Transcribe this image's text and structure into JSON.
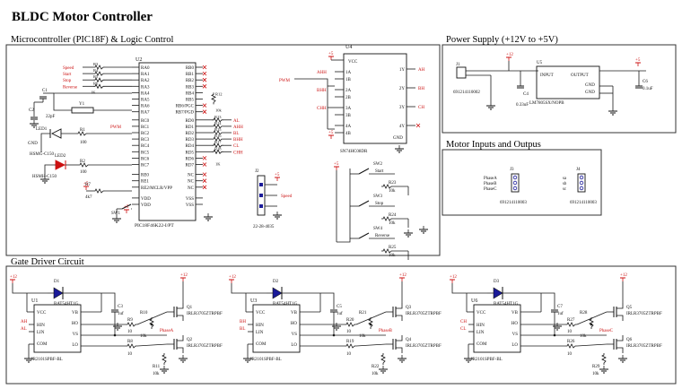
{
  "title": "BLDC Motor Controller",
  "sections": {
    "mcu": "Microcontroller (PIC18F) & Logic Control",
    "power": "Power Supply (+12V to +5V)",
    "inputs": "Motor Inputs and Outpus",
    "gate": "Gate Driver Circuit"
  },
  "colors": {
    "wire": "#1a1a1a",
    "frame": "#333333",
    "red": "#cc1111",
    "blue": "#1a1a99",
    "part": "#111111"
  },
  "mcu": {
    "u2_ref": "U2",
    "u2_part": "PIC18F46K22-I/PT",
    "left_pins": [
      "RA0",
      "RA1",
      "RA2",
      "RA3",
      "RA4",
      "RA5",
      "RA6",
      "RA7",
      "RC0",
      "RC1",
      "RC2",
      "RC3",
      "RC4",
      "RC5",
      "RC6",
      "RC7",
      "RE0",
      "RE1",
      "RE2/MCLR/VPP",
      "VDD",
      "VDD"
    ],
    "right_pins": [
      "RB0",
      "RB1",
      "RB2",
      "RB3",
      "RB4",
      "RB5",
      "RB6/PGC",
      "RB7/PGD",
      "RD0",
      "RD1",
      "RD2",
      "RD3",
      "RD4",
      "RD5",
      "RD6",
      "RD7",
      "NC",
      "NC",
      "NC",
      "VSS",
      "VSS"
    ],
    "inputs": [
      "Speed",
      "Start",
      "Stop",
      "Reverse"
    ],
    "in_res": [
      "R3",
      "R4",
      "R5",
      "R6"
    ],
    "in_val": "1K",
    "pwm": "PWM",
    "outs": [
      "AL",
      "AHH",
      "BL",
      "BHH",
      "CL",
      "CHH"
    ],
    "out_res": [
      "R13",
      "R14",
      "R15",
      "R16",
      "R17",
      "R18"
    ],
    "out_val": "1K",
    "r12": "R12",
    "r12v": "10k",
    "c1": "C1",
    "c2": "C2",
    "c1v": "22pF",
    "y1": "Y1",
    "d1": "LED1",
    "d1p": "HSMG-C150",
    "d2": "LED2",
    "d2p": "HSMH-C150",
    "r1": "R1",
    "r1v": "100",
    "r2": "R2",
    "r2v": "100",
    "r7": "R7",
    "r7v": "4k7",
    "sw1": "SW1",
    "gnd": "GND",
    "vplus": "+5",
    "u4_ref": "U4",
    "u4_part": "SN74HC08DR",
    "u4_left": [
      "1A",
      "1B",
      "2A",
      "2B",
      "3A",
      "3B",
      "4A",
      "4B"
    ],
    "u4_right": [
      "1Y",
      "2Y",
      "3Y",
      "4Y"
    ],
    "u4_vcc": "VCC",
    "u4_gnd": "GND",
    "u4_in": [
      "AHH",
      "BHH",
      "CHH"
    ],
    "u4_out": [
      "AH",
      "BH",
      "CH"
    ],
    "j2": "J2",
    "j2p": "22-28-4035",
    "speed": "Speed",
    "sws": [
      "SW2",
      "SW3",
      "SW4"
    ],
    "sw_lbl": [
      "Start",
      "Stop",
      "Reverse"
    ],
    "sw_res": [
      "R23",
      "R24",
      "R25"
    ],
    "sw_val": "10k"
  },
  "power": {
    "j1": "J1",
    "j1p": "691214110002",
    "u5": "U5",
    "u5p": "LM7805SX/NOPB",
    "input": "INPUT",
    "output": "OUTPUT",
    "gnd_pin": "GND",
    "c4": "C4",
    "c4v": "0.33uF",
    "c6": "C6",
    "c6v": "0.1uF",
    "v12": "+12",
    "v5": "+5"
  },
  "motor": {
    "j3": "J3",
    "j3p": "691214110003",
    "j3pins": [
      "PhaseA",
      "PhaseB",
      "PhaseC"
    ],
    "j4": "J4",
    "j4p": "691214110003",
    "j4pins": [
      "sa",
      "sb",
      "sc"
    ]
  },
  "gate": {
    "drivers": [
      {
        "u": "U1",
        "d": "D1",
        "c": "C3",
        "rhi": "R9",
        "rlo": "R8",
        "rg": "R10",
        "rpd": "R11",
        "qh": "Q1",
        "ql": "Q2",
        "phase": "PhaseA",
        "hin": "AH",
        "lin": "AL"
      },
      {
        "u": "U3",
        "d": "D2",
        "c": "C5",
        "rhi": "R20",
        "rlo": "R19",
        "rg": "R21",
        "rpd": "R22",
        "qh": "Q3",
        "ql": "Q4",
        "phase": "PhaseB",
        "hin": "BH",
        "lin": "BL"
      },
      {
        "u": "U6",
        "d": "D3",
        "c": "C7",
        "rhi": "R27",
        "rlo": "R26",
        "rg": "R28",
        "rpd": "R29",
        "qh": "Q5",
        "ql": "Q6",
        "phase": "PhaseC",
        "hin": "CH",
        "lin": "CL"
      }
    ],
    "upart": "IR2101SPBF-BL",
    "dpart": "BAT54HT1G",
    "qpart": "IRLR3705ZTRPBF",
    "cval": "1uf",
    "rval10": "10",
    "rval10k": "10k",
    "vcc": "VCC",
    "hin": "HIN",
    "lin": "LIN",
    "com": "COM",
    "vb": "VB",
    "ho": "HO",
    "vs": "VS",
    "lo": "LO",
    "v12": "+12",
    "gnd": "GND"
  }
}
